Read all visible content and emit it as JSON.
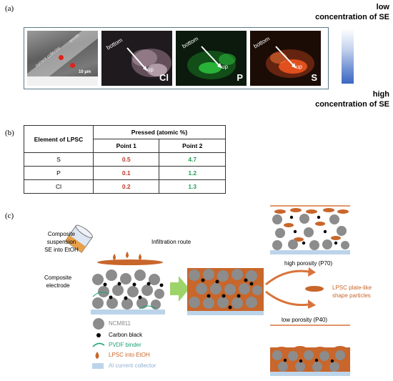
{
  "panel_a": {
    "label": "(a)",
    "tiles": {
      "sem": {
        "text_current_collector": "current collector",
        "text_anode": "anode",
        "scale": "10 µm"
      },
      "cl": {
        "bottom": "bottom",
        "up": "up",
        "element": "Cl"
      },
      "p": {
        "bottom": "bottom",
        "up": "up",
        "element": "P"
      },
      "s": {
        "bottom": "bottom",
        "up": "up",
        "element": "S"
      }
    },
    "legend": {
      "low_line1": "low",
      "low_line2": "concentration of SE",
      "high_line1": "high",
      "high_line2": "concentration of SE"
    },
    "colors": {
      "cl_map": "#e6c8d6",
      "p_map": "#2ecc40",
      "s_map": "#ff5a1f",
      "bar_bottom": "#3d66c4"
    }
  },
  "panel_b": {
    "label": "(b)",
    "header_element": "Element of LPSC",
    "header_group": "Pressed (atomic %)",
    "sub_point1": "Point 1",
    "sub_point2": "Point 2",
    "rows": [
      {
        "element": "S",
        "p1": "0.5",
        "p2": "4.7"
      },
      {
        "element": "P",
        "p1": "0.1",
        "p2": "1.2"
      },
      {
        "element": "Cl",
        "p1": "0.2",
        "p2": "1.3"
      }
    ]
  },
  "panel_c": {
    "label": "(c)",
    "suspension_line1": "Composite",
    "suspension_line2": "suspension",
    "suspension_line3": "SE into EtOH",
    "infiltration": "Infiltration route",
    "composite_line1": "Composite",
    "composite_line2": "electrode",
    "high_porosity": "high porosity (P70)",
    "low_porosity": "low porosity (P40)",
    "plate_line1": "LPSC plate-like",
    "plate_line2": "shape particles",
    "legend": {
      "ncm": "NCM811",
      "carbon": "Carbon black",
      "pvdf": "PVDF binder",
      "lpsc": "LPSC into EtOH",
      "al": "Al current collector"
    },
    "colors": {
      "lpsc": "#c8662b",
      "ncm": "#8c8c8c",
      "pvdf": "#1aa37a",
      "al": "#bcd4ea",
      "arrow": "#9dd46a"
    }
  }
}
